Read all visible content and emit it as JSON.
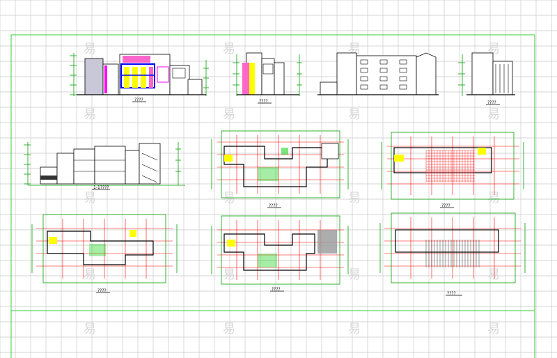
{
  "colors": {
    "grid": "#c8c8c8",
    "frame": "#33cc33",
    "dim": "#00a000",
    "axis": "#ff0000",
    "wall": "#000000",
    "hatch": "#00cc00",
    "yellow": "#ffff00",
    "magenta": "#ff00ff",
    "blue": "#0000ff",
    "pink": "#ff66cc",
    "watermark": "#d8d8d8"
  },
  "watermark": {
    "char": "易"
  },
  "sheet": {
    "elevations": [
      {
        "id": "elev-south",
        "caption": "????"
      },
      {
        "id": "elev-east",
        "caption": "????"
      },
      {
        "id": "elev-north",
        "caption": ""
      },
      {
        "id": "elev-west",
        "caption": "????"
      }
    ],
    "section": {
      "caption": "1-1????"
    },
    "plans": [
      {
        "id": "plan-ground",
        "caption": "????"
      },
      {
        "id": "plan-second",
        "caption": "????"
      },
      {
        "id": "plan-third",
        "caption": "????"
      },
      {
        "id": "plan-fourth",
        "caption": "????"
      },
      {
        "id": "plan-roof",
        "caption": "????"
      }
    ]
  }
}
